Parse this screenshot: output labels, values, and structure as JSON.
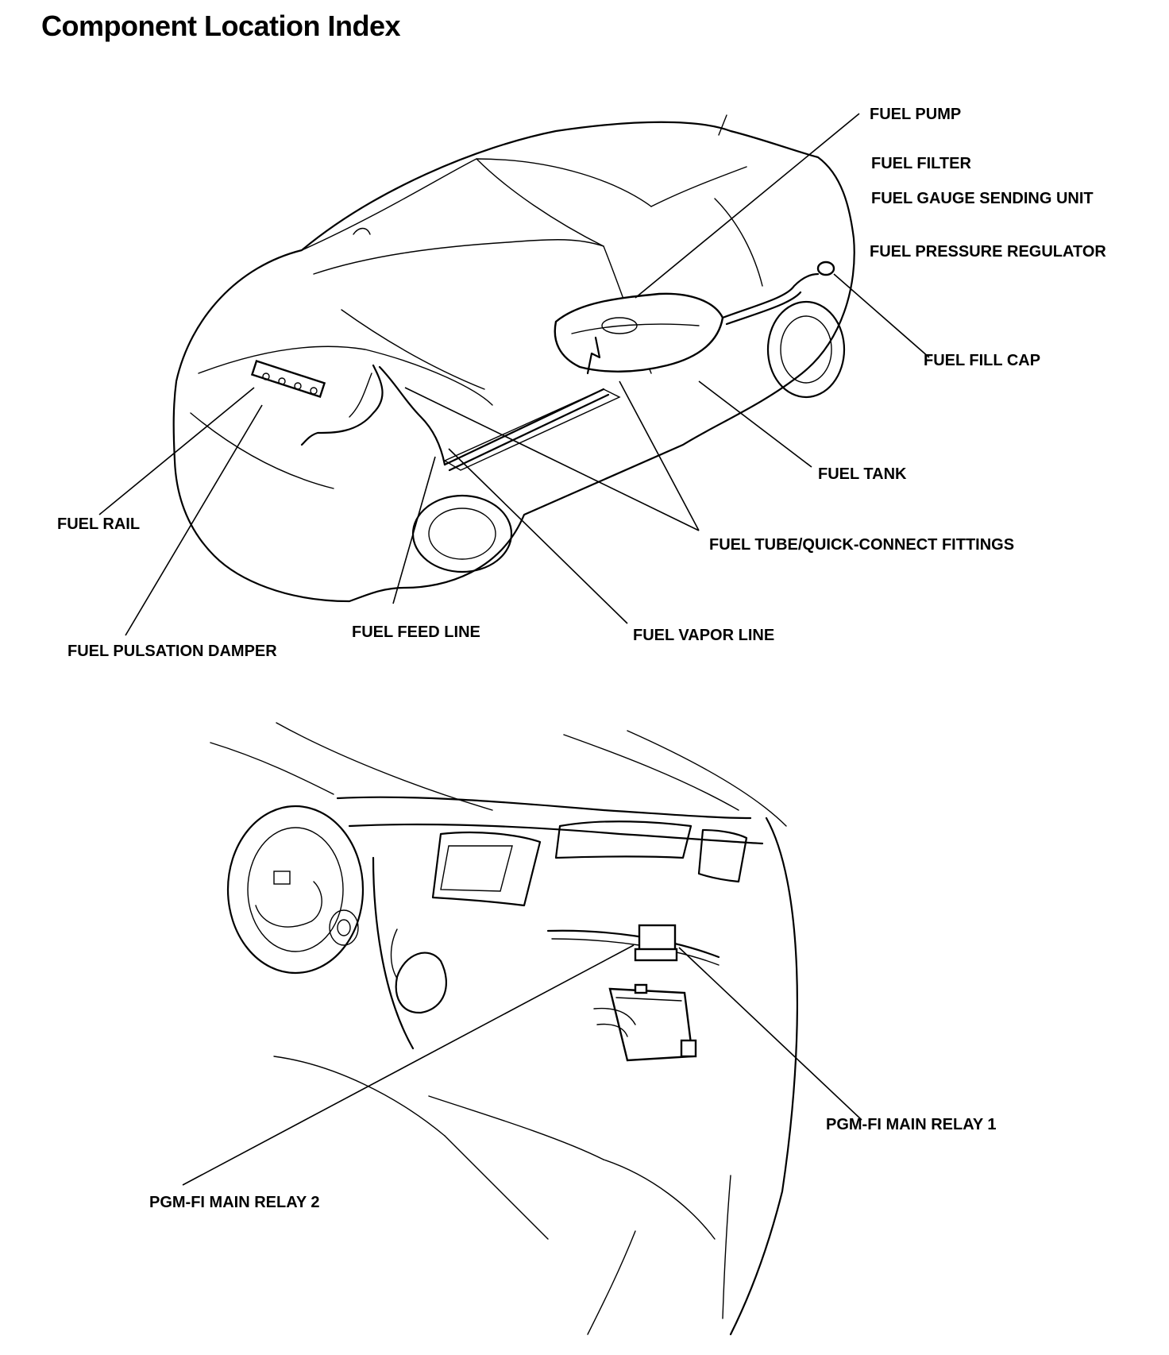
{
  "page": {
    "title": "Component Location Index"
  },
  "top_diagram": {
    "callouts": {
      "fuel_pump": "FUEL PUMP",
      "fuel_filter": "FUEL FILTER",
      "fuel_gauge_sending_unit": "FUEL GAUGE SENDING UNIT",
      "fuel_pressure_regulator": "FUEL PRESSURE REGULATOR",
      "fuel_fill_cap": "FUEL FILL CAP",
      "fuel_tank": "FUEL TANK",
      "fuel_tube_fittings": "FUEL TUBE/QUICK-CONNECT FITTINGS",
      "fuel_rail": "FUEL RAIL",
      "fuel_feed_line": "FUEL FEED LINE",
      "fuel_vapor_line": "FUEL VAPOR LINE",
      "fuel_pulsation_damper": "FUEL PULSATION DAMPER"
    }
  },
  "bottom_diagram": {
    "callouts": {
      "main_relay_1": "PGM-FI MAIN RELAY 1",
      "main_relay_2": "PGM-FI MAIN RELAY 2"
    }
  },
  "colors": {
    "ink": "#000000",
    "paper": "#ffffff"
  }
}
